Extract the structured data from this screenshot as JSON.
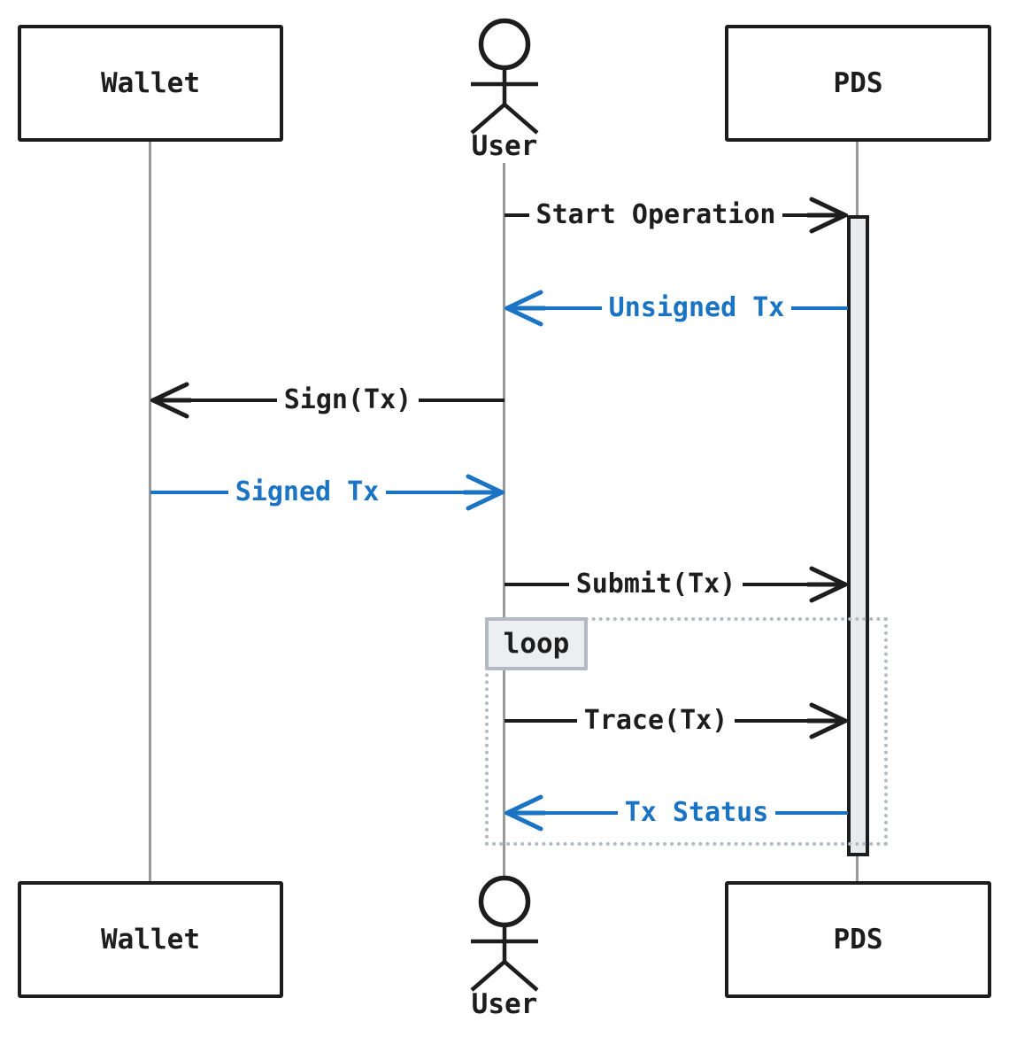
{
  "diagram": {
    "type": "sequence-diagram",
    "participants": [
      {
        "id": "wallet",
        "label": "Wallet",
        "kind": "box"
      },
      {
        "id": "user",
        "label": "User",
        "kind": "actor"
      },
      {
        "id": "pds",
        "label": "PDS",
        "kind": "box"
      }
    ],
    "messages": [
      {
        "from": "User",
        "to": "PDS",
        "label": "Start Operation",
        "color": "black",
        "direction": "right"
      },
      {
        "from": "PDS",
        "to": "User",
        "label": "Unsigned Tx",
        "color": "blue",
        "direction": "left"
      },
      {
        "from": "User",
        "to": "Wallet",
        "label": "Sign(Tx)",
        "color": "black",
        "direction": "left"
      },
      {
        "from": "Wallet",
        "to": "User",
        "label": "Signed Tx",
        "color": "blue",
        "direction": "right"
      },
      {
        "from": "User",
        "to": "PDS",
        "label": "Submit(Tx)",
        "color": "black",
        "direction": "right"
      },
      {
        "from": "User",
        "to": "PDS",
        "label": "Trace(Tx)",
        "color": "black",
        "direction": "right",
        "in_loop": true
      },
      {
        "from": "PDS",
        "to": "User",
        "label": "Tx Status",
        "color": "blue",
        "direction": "left",
        "in_loop": true
      }
    ],
    "loop": {
      "label": "loop",
      "contains": [
        "Trace(Tx)",
        "Tx Status"
      ]
    },
    "activation": {
      "participant": "PDS"
    },
    "colors": {
      "message_black": "#1d1d1d",
      "message_blue": "#1b73c3",
      "lifeline_gray": "#999999",
      "activation_fill": "#e8ebee",
      "loop_border": "#b3bac1",
      "loop_label_fill": "#eceef0",
      "background": "#ffffff"
    }
  }
}
